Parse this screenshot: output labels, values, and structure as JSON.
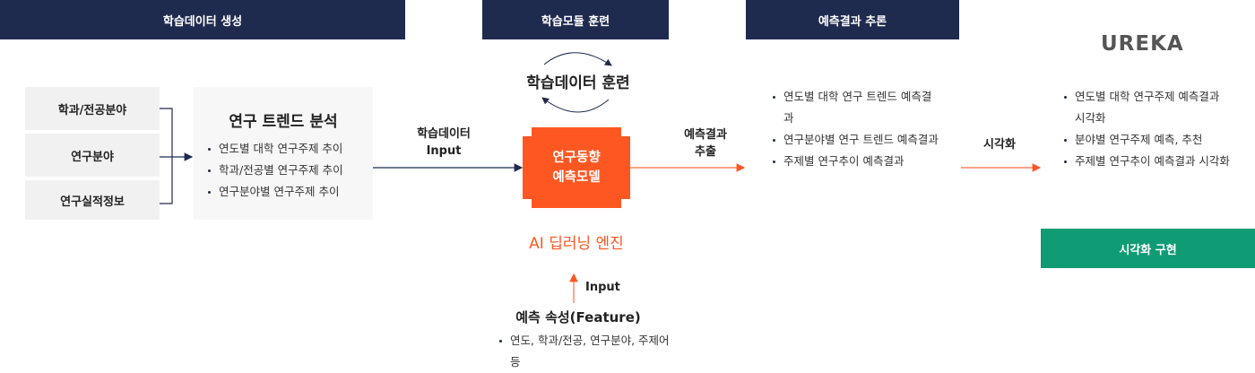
{
  "headers": [
    "학습데이터 생성",
    "학습모듈 훈련",
    "예측결과 추론"
  ],
  "sources": [
    "학과/전공분야",
    "연구분야",
    "연구실적정보"
  ],
  "trend": {
    "title": "연구 트렌드 분석",
    "items": [
      "연도별 대학 연구주제 추이",
      "학과/전공별 연구주제 추이",
      "연구분야별 연구주제 추이"
    ]
  },
  "training_loop": "학습데이터 훈련",
  "input_label": [
    "학습데이터",
    "Input"
  ],
  "model": [
    "연구동향",
    "예측모델"
  ],
  "engine": "AI 딥러닝 엔진",
  "extract_label": [
    "예측결과",
    "추출"
  ],
  "results": [
    "연도별 대학 연구 트렌드 예측결과",
    "연구분야별 연구 트렌드 예측결과",
    "주제별 연구추이 예측결과"
  ],
  "visualize_label": "시각화",
  "logo": "UREKA",
  "visual_items": [
    "연도별 대학 연구주제 예측결과 시각화",
    "분야별 연구주제 예측, 추천",
    "주제별 연구추이 예측결과 시각화"
  ],
  "visual_button": "시각화 구현",
  "feature": {
    "input": "Input",
    "title": "예측 속성(Feature)",
    "items": [
      "연도, 학과/전공,  연구분야, 주제어 등"
    ]
  },
  "colors": {
    "navy": "#1f2a4f",
    "orange": "#ff5722",
    "green": "#0f9b74"
  }
}
